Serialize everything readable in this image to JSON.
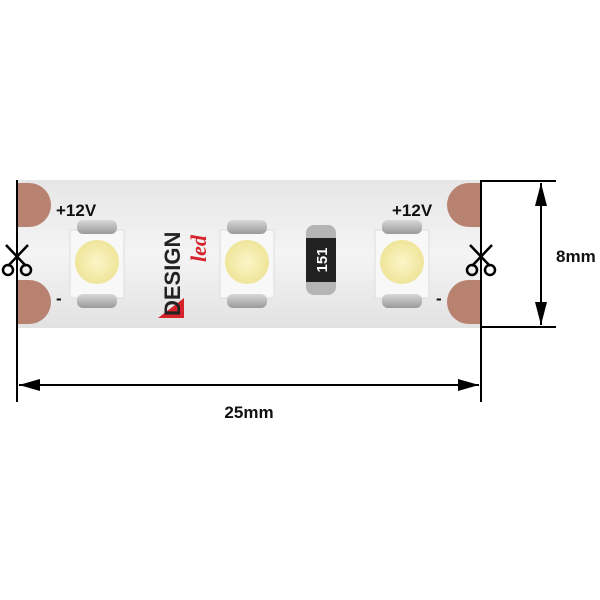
{
  "strip": {
    "plus_label_left": "+12V",
    "minus_label_left": "-",
    "plus_label_right": "+12V",
    "minus_label_right": "-",
    "resistor_code": "151",
    "logo": "DESIGN led",
    "colors": {
      "strip": "#ececec",
      "pad": "#b88270",
      "led": "#f6efb8",
      "logo_red": "#d6222a"
    }
  },
  "dimensions": {
    "length": "25mm",
    "width": "8mm"
  },
  "icons": [
    "scissors-icon-left",
    "scissors-icon-right"
  ]
}
